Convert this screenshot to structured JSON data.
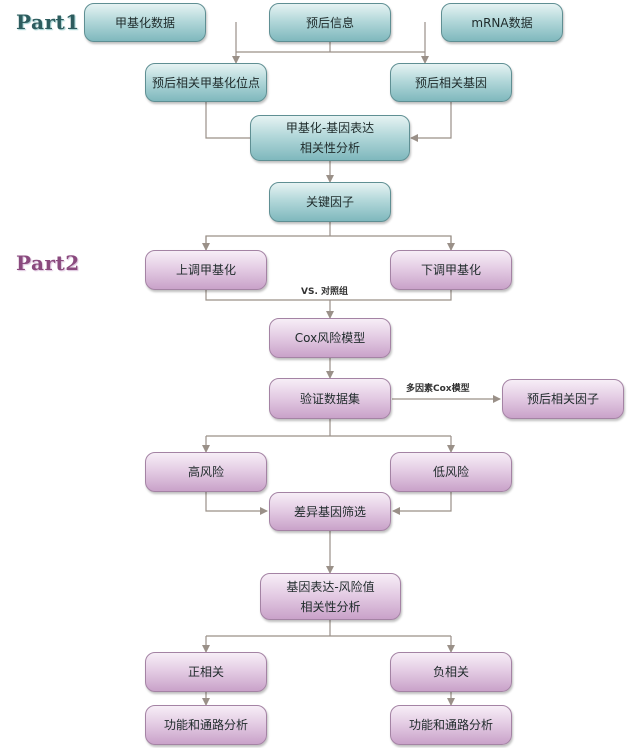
{
  "parts": {
    "part1": "Part1",
    "part2": "Part2"
  },
  "nodes": {
    "methylation": "甲基化数据",
    "prognosis": "预后信息",
    "mrna": "mRNA数据",
    "prog_meth_sites": "预后相关甲基化位点",
    "prog_genes": "预后相关基因",
    "corr_line1": "甲基化-基因表达",
    "corr_line2": "相关性分析",
    "key_factor": "关键因子",
    "up_meth": "上调甲基化",
    "down_meth": "下调甲基化",
    "cox_model": "Cox风险模型",
    "validation": "验证数据集",
    "prog_factor": "预后相关因子",
    "high_risk": "高风险",
    "low_risk": "低风险",
    "diff_screen": "差异基因筛选",
    "expr_risk_line1": "基因表达-风险值",
    "expr_risk_line2": "相关性分析",
    "positive": "正相关",
    "negative": "负相关",
    "func_left": "功能和通路分析",
    "func_right": "功能和通路分析"
  },
  "annotations": {
    "vs_control": "VS. 对照组",
    "multi_cox": "多因素Cox模型"
  },
  "colors": {
    "teal": "#7fb8bd",
    "purple": "#c9a2c9",
    "connector": "#9a9088"
  }
}
